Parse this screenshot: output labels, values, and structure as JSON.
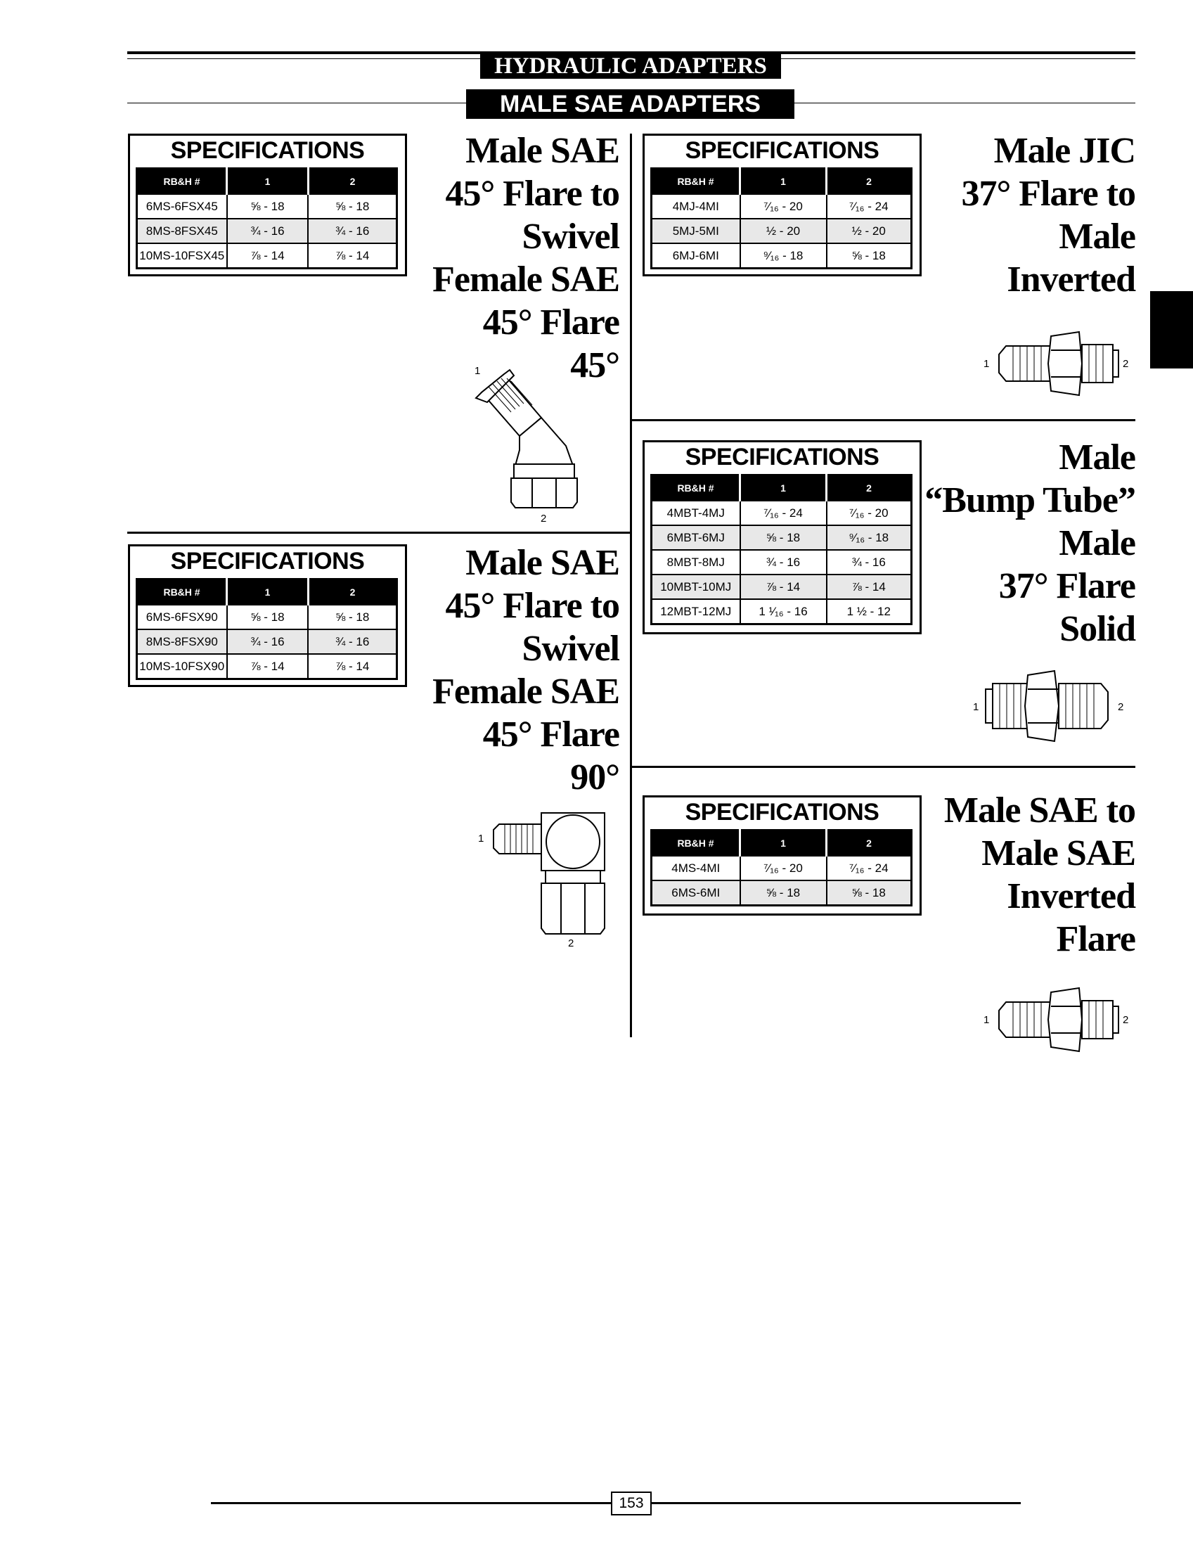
{
  "header": {
    "category": "HYDRAULIC ADAPTERS",
    "section": "MALE SAE ADAPTERS"
  },
  "spec_heading": "SPECIFICATIONS",
  "columns": [
    "RB&H #",
    "1",
    "2"
  ],
  "products": {
    "sae45_45": {
      "title": [
        "Male SAE",
        "45° Flare to",
        "Swivel",
        "Female SAE",
        "45° Flare",
        "45°"
      ],
      "rows": [
        [
          "6MS-6FSX45",
          "⅝ - 18",
          "⅝ - 18"
        ],
        [
          "8MS-8FSX45",
          "¾ - 16",
          "¾ - 16"
        ],
        [
          "10MS-10FSX45",
          "⅞ - 14",
          "⅞ - 14"
        ]
      ],
      "port_labels": [
        "1",
        "2"
      ]
    },
    "sae45_90": {
      "title": [
        "Male SAE",
        "45° Flare to",
        "Swivel",
        "Female SAE",
        "45° Flare",
        "90°"
      ],
      "rows": [
        [
          "6MS-6FSX90",
          "⅝ - 18",
          "⅝ - 18"
        ],
        [
          "8MS-8FSX90",
          "¾ - 16",
          "¾ - 16"
        ],
        [
          "10MS-10FSX90",
          "⅞ - 14",
          "⅞ - 14"
        ]
      ],
      "port_labels": [
        "1",
        "2"
      ]
    },
    "jic_inverted": {
      "title": [
        "Male JIC",
        "37° Flare to",
        "Male",
        "Inverted"
      ],
      "rows": [
        [
          "4MJ-4MI",
          "⁷⁄₁₆ - 20",
          "⁷⁄₁₆ - 24"
        ],
        [
          "5MJ-5MI",
          "½ - 20",
          "½ - 20"
        ],
        [
          "6MJ-6MI",
          "⁹⁄₁₆ - 18",
          "⅝ - 18"
        ]
      ],
      "port_labels": [
        "1",
        "2"
      ]
    },
    "bump_tube": {
      "title": [
        "Male",
        "“Bump Tube”",
        "Male",
        "37° Flare",
        "Solid"
      ],
      "rows": [
        [
          "4MBT-4MJ",
          "⁷⁄₁₆ - 24",
          "⁷⁄₁₆ - 20"
        ],
        [
          "6MBT-6MJ",
          "⅝ - 18",
          "⁹⁄₁₆ - 18"
        ],
        [
          "8MBT-8MJ",
          "¾ - 16",
          "¾ - 16"
        ],
        [
          "10MBT-10MJ",
          "⅞ - 14",
          "⅞ - 14"
        ],
        [
          "12MBT-12MJ",
          "1 ¹⁄₁₆ - 16",
          "1 ½ - 12"
        ]
      ],
      "port_labels": [
        "1",
        "2"
      ]
    },
    "sae_inverted": {
      "title": [
        "Male SAE to",
        "Male SAE",
        "Inverted",
        "Flare"
      ],
      "rows": [
        [
          "4MS-4MI",
          "⁷⁄₁₆ - 20",
          "⁷⁄₁₆ - 24"
        ],
        [
          "6MS-6MI",
          "⅝ - 18",
          "⅝ - 18"
        ]
      ],
      "port_labels": [
        "1",
        "2"
      ]
    }
  },
  "page_number": "153"
}
